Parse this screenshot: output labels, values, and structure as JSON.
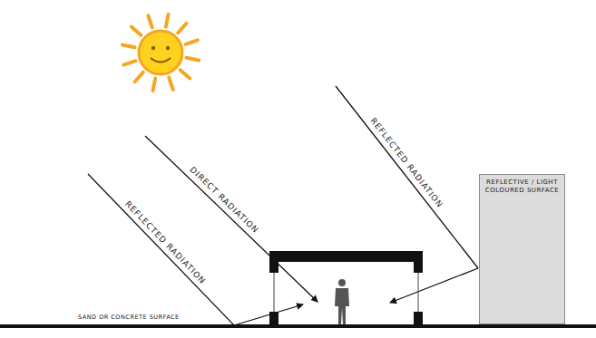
{
  "diagram": {
    "nodes": [
      {
        "text": [
          "REFLECTIVE / LIGHT COLOURED SURFACE"
        ]
      }
    ],
    "labels": [
      "REFLECTED RADIATION",
      "DIRECT RADIATION",
      "REFLECTED RADIATION",
      "SAND OR CONCRETE SURFACE"
    ]
  }
}
